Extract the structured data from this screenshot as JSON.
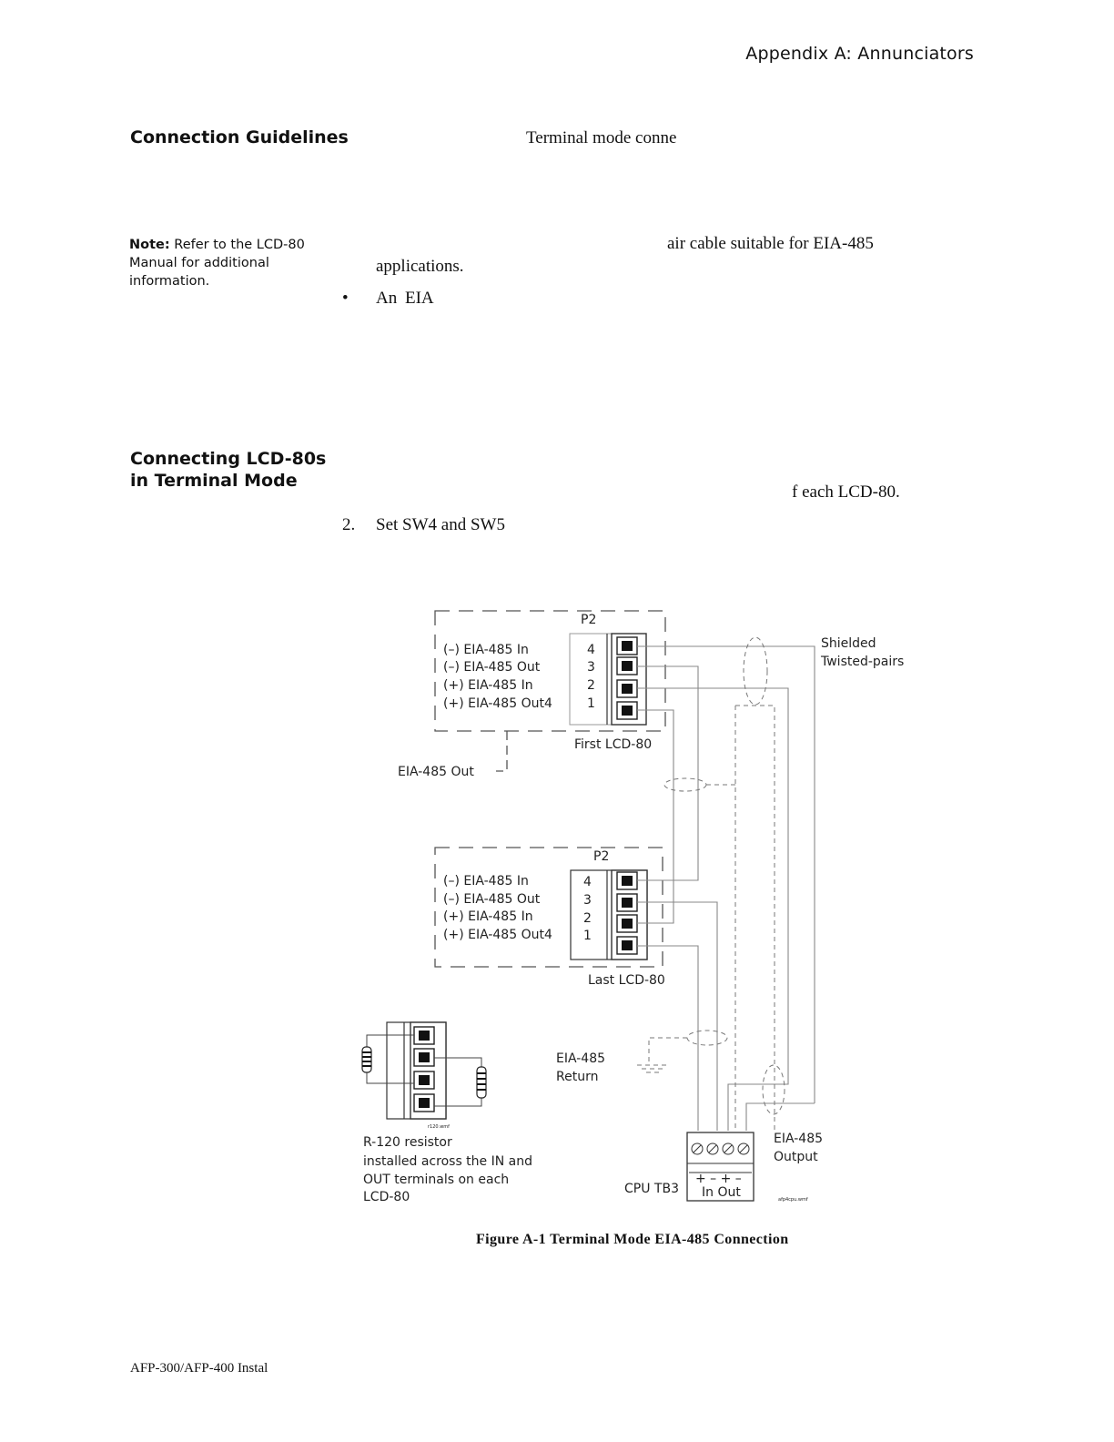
{
  "header": {
    "running_title": "Appendix A: Annunciators"
  },
  "sections": {
    "guidelines": {
      "heading": "Connection Guidelines",
      "intro": "Terminal mode conne",
      "cable_text": "air cable suitable for EIA-485",
      "applications_text": "applications.",
      "bullet": "•",
      "bullet_text": "An EIA"
    },
    "note": {
      "label": "Note:",
      "text": "Refer to the LCD-80 Manual for additional information."
    },
    "connecting": {
      "heading": "Connecting LCD-80s in Terminal Mode",
      "each_text": "f each LCD-80.",
      "step2_number": "2.",
      "step2_text": "Set SW4 and SW5"
    }
  },
  "diagram": {
    "first_unit": {
      "connector": "P2",
      "label": "First LCD-80",
      "pins": [
        {
          "name": "(–) EIA-485 In",
          "number": "4"
        },
        {
          "name": "(–) EIA-485 Out",
          "number": "3"
        },
        {
          "name": "(+) EIA-485 In",
          "number": "2"
        },
        {
          "name": "(+) EIA-485 Out4",
          "number": "1"
        }
      ]
    },
    "last_unit": {
      "connector": "P2",
      "label": "Last LCD-80",
      "pins": [
        {
          "name": "(–) EIA-485 In",
          "number": "4"
        },
        {
          "name": "(–) EIA-485 Out",
          "number": "3"
        },
        {
          "name": "(+) EIA-485 In",
          "number": "2"
        },
        {
          "name": "(+) EIA-485 Out4",
          "number": "1"
        }
      ]
    },
    "eia_out_label": "EIA-485 Out",
    "shielded_label_line1": "Shielded",
    "shielded_label_line2": "Twisted-pairs",
    "return_label_line1": "EIA-485",
    "return_label_line2": "Return",
    "output_label_line1": "EIA-485",
    "output_label_line2": "Output",
    "cpu_label": "CPU TB3",
    "cpu_polarity": "+ – + –",
    "cpu_in_out": "In Out",
    "resistor_caption": [
      "R-120 resistor",
      "installed across the IN and",
      "OUT terminals on each",
      "LCD-80"
    ],
    "art_id_resistor": "r120.wmf",
    "art_id_cpu": "afp4cpu.wmf"
  },
  "figure": {
    "caption": "Figure A-1  Terminal Mode EIA-485 Connection"
  },
  "footer": {
    "text": "AFP-300/AFP-400 Instal"
  }
}
